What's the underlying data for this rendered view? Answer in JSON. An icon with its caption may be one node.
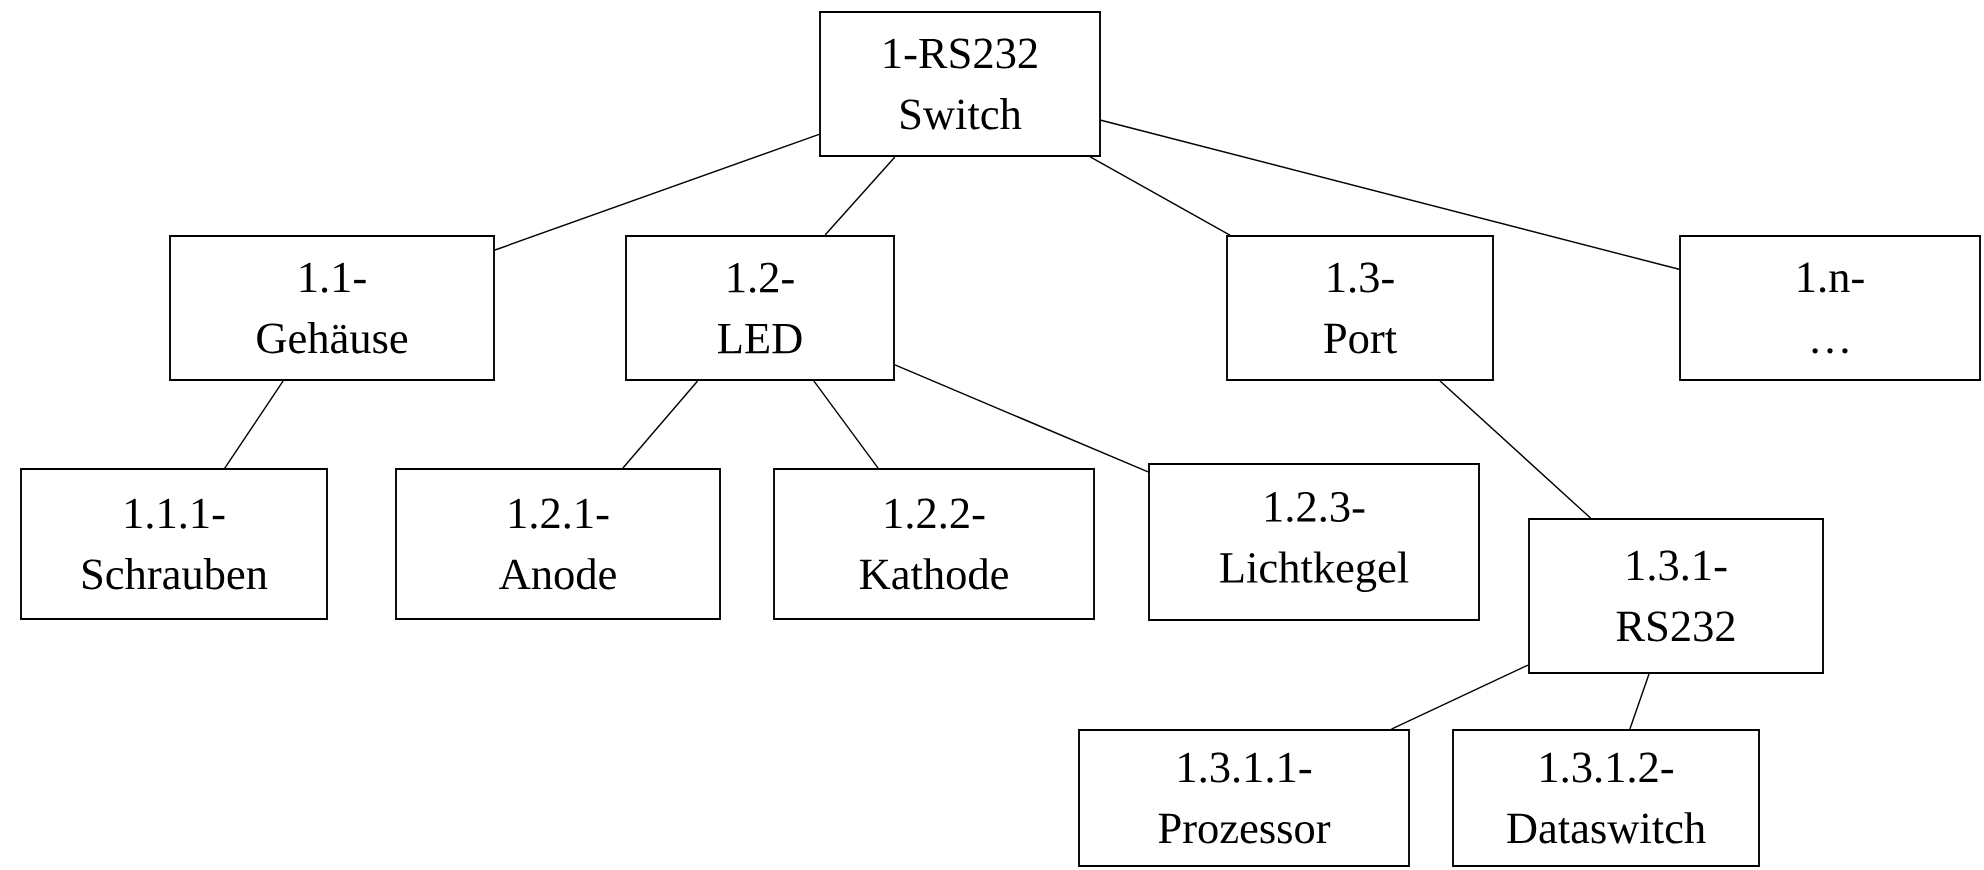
{
  "diagram": {
    "nodes": [
      {
        "text": [
          "1-RS232 Switch"
        ]
      },
      {
        "text": [
          "1.1- Gehäuse"
        ]
      },
      {
        "text": [
          "1.2- LED"
        ]
      },
      {
        "text": [
          "1.3- Port"
        ]
      },
      {
        "text": [
          "1.n- …"
        ]
      },
      {
        "text": [
          "1.1.1- Schrauben"
        ]
      },
      {
        "text": [
          "1.2.1- Anode"
        ]
      },
      {
        "text": [
          "1.2.2- Kathode"
        ]
      },
      {
        "text": [
          "1.2.3- Lichtkegel"
        ]
      },
      {
        "text": [
          "1.3.1- RS232"
        ]
      },
      {
        "text": [
          "1.3.1.1- Prozessor"
        ]
      },
      {
        "text": [
          "1.3.1.2- Dataswitch"
        ]
      }
    ],
    "edges": [
      {
        "from": 0,
        "to": 1,
        "arrow": "none"
      },
      {
        "from": 0,
        "to": 2,
        "arrow": "none"
      },
      {
        "from": 0,
        "to": 3,
        "arrow": "none"
      },
      {
        "from": 0,
        "to": 4,
        "arrow": "none"
      },
      {
        "from": 1,
        "to": 5,
        "arrow": "none"
      },
      {
        "from": 2,
        "to": 6,
        "arrow": "none"
      },
      {
        "from": 2,
        "to": 7,
        "arrow": "none"
      },
      {
        "from": 2,
        "to": 8,
        "arrow": "none"
      },
      {
        "from": 3,
        "to": 9,
        "arrow": "none"
      },
      {
        "from": 9,
        "to": 10,
        "arrow": "none"
      },
      {
        "from": 9,
        "to": 11,
        "arrow": "none"
      }
    ]
  }
}
